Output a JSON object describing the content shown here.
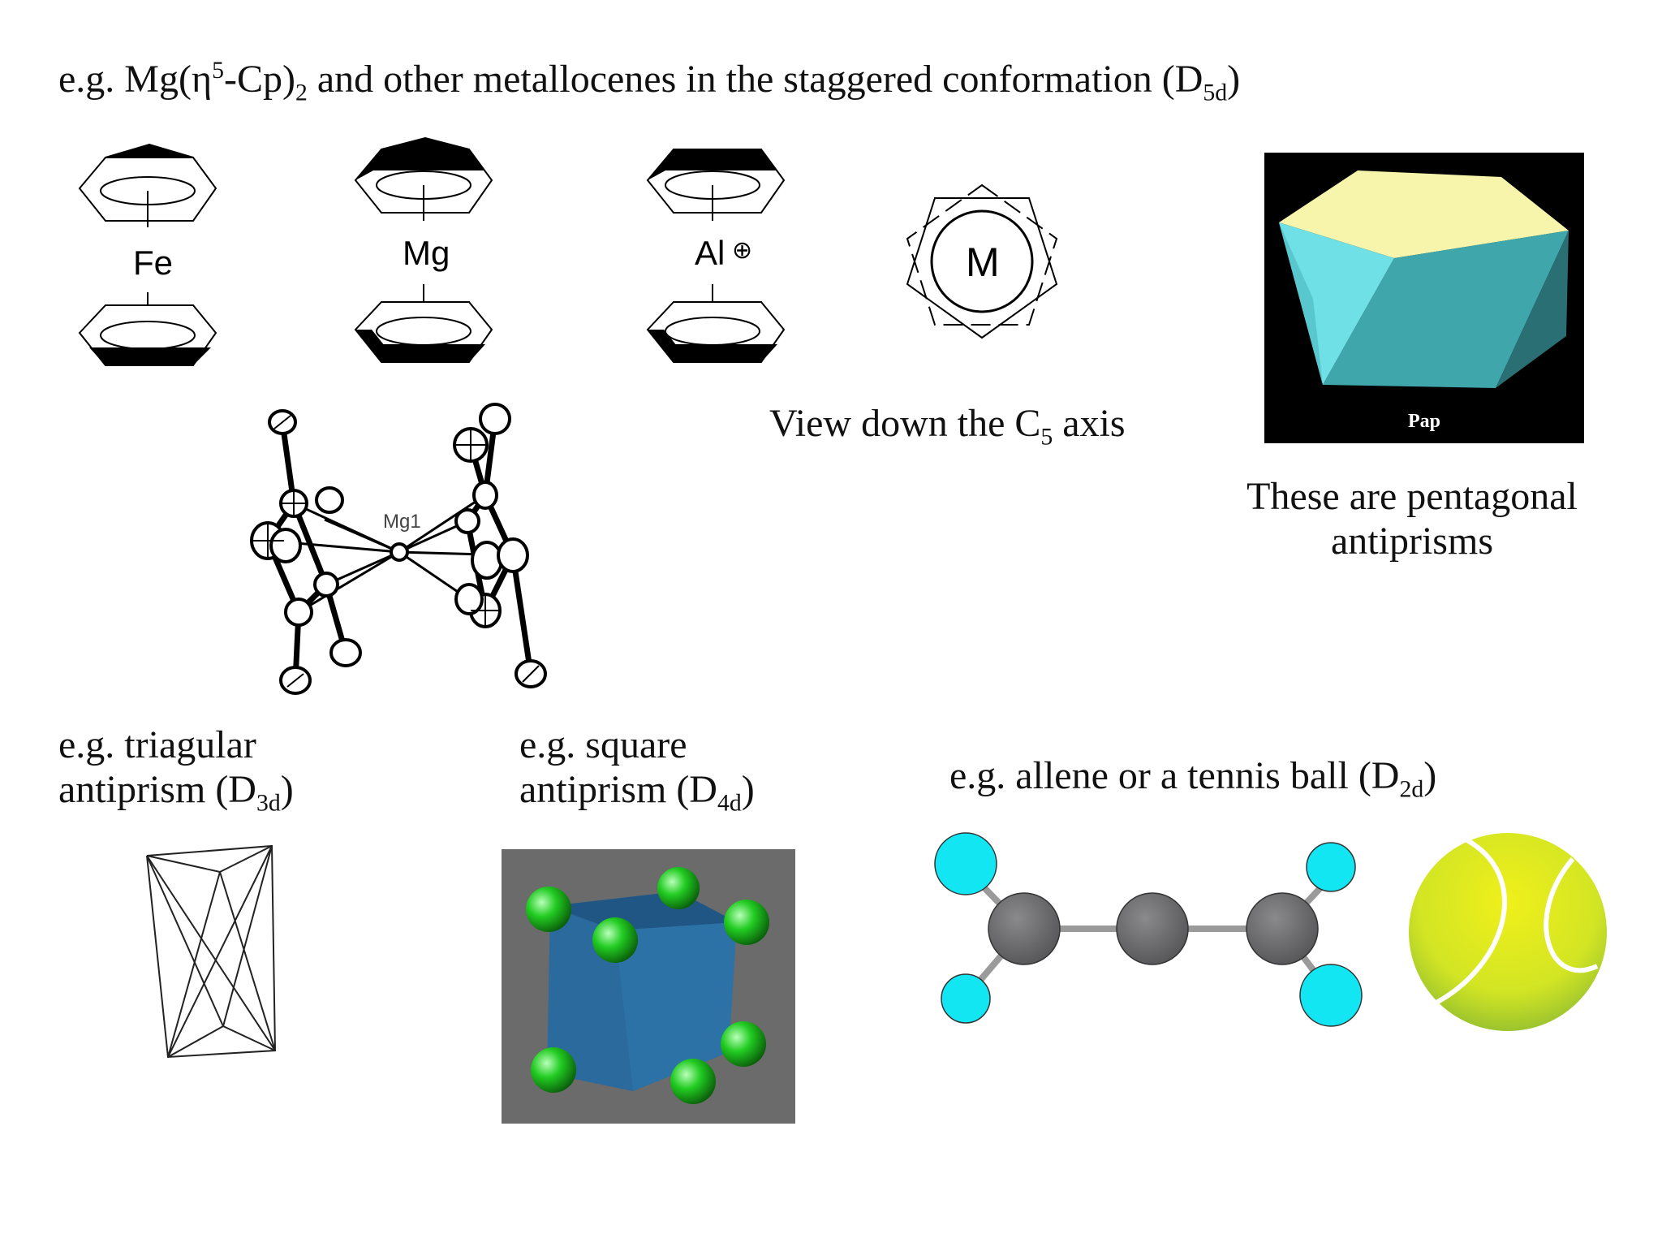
{
  "header": {
    "prefix": "e.g. Mg(η",
    "sup": "5",
    "mid1": "-Cp)",
    "sub1": "2",
    "mid2": " and other metallocenes in the staggered conformation (D",
    "sub2": "5d",
    "end": ")"
  },
  "metallocenes": {
    "fe_label": "Fe",
    "mg_label": "Mg",
    "al_label": "Al",
    "al_charge": "⊕",
    "top_view_metal": "M"
  },
  "c5_caption": {
    "pre": "View down the C",
    "sub": "5",
    "post": " axis"
  },
  "crystal": {
    "label": "Mg1"
  },
  "pap": {
    "label": "Pap",
    "caption_line1": "These are pentagonal",
    "caption_line2": "antiprisms",
    "colors": {
      "top": "#f6f5ab",
      "left": "#6fe0e6",
      "front": "#3fa7ac",
      "right": "#2a6f73",
      "background": "#000000"
    }
  },
  "d3d": {
    "line1": "e.g. triagular",
    "line2_pre": "antiprism (D",
    "line2_sub": "3d",
    "line2_post": ")"
  },
  "d4d": {
    "line1": "e.g. square",
    "line2_pre": "antiprism (D",
    "line2_sub": "4d",
    "line2_post": ")",
    "colors": {
      "background": "#6b6b6b",
      "polyhedron": "#2b6a9c",
      "atoms": "#22cc22"
    }
  },
  "d2d": {
    "pre": "e.g. allene or a tennis ball (D",
    "sub": "2d",
    "post": ")",
    "colors": {
      "carbon": "#6e6e70",
      "hydrogen": "#12e6f2",
      "ball": "#d8ea1c"
    }
  }
}
